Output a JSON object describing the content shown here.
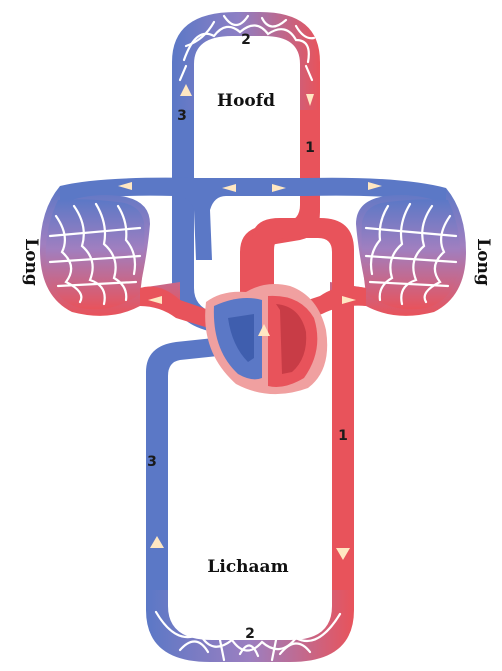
{
  "labels": {
    "head": "Hoofd",
    "body": "Lichaam",
    "lung_left": "Long",
    "lung_right": "Long"
  },
  "vessel_numbers": {
    "artery_to_head": "1",
    "head_capillaries": "2",
    "vein_from_head": "3",
    "artery_to_body": "1",
    "body_capillaries": "2",
    "vein_from_body": "3"
  },
  "colors": {
    "oxygenated": "#e8535b",
    "deoxygenated": "#5b78c6",
    "heart_wall": "#f0a0a0",
    "arrow": "#ffe7c2"
  }
}
